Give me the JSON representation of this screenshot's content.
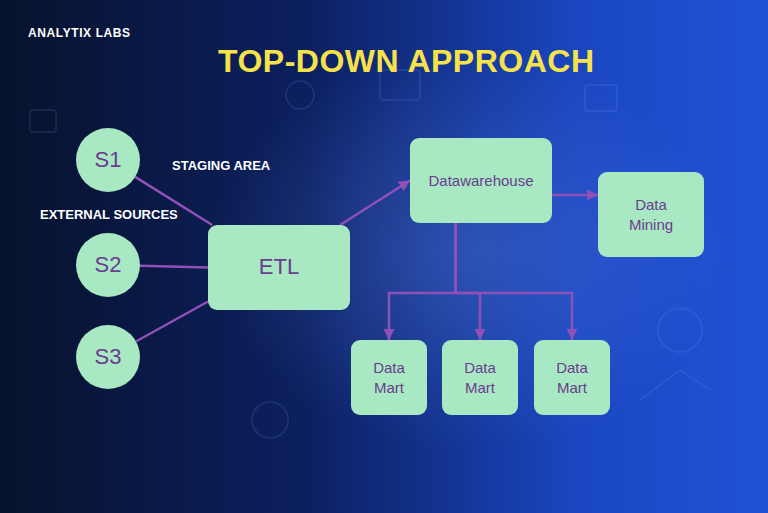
{
  "diagram": {
    "title": "TOP-DOWN APPROACH",
    "nodes": [
      {
        "text": [
          "S1"
        ]
      },
      {
        "text": [
          "S2"
        ]
      },
      {
        "text": [
          "S3"
        ]
      },
      {
        "text": [
          "ETL"
        ]
      },
      {
        "text": [
          "Datawarehouse"
        ]
      },
      {
        "text": [
          "Data Mining"
        ]
      },
      {
        "text": [
          "Data Mart"
        ]
      },
      {
        "text": [
          "Data Mart"
        ]
      },
      {
        "text": [
          "Data Mart"
        ]
      }
    ],
    "edges": [
      {
        "from": 0,
        "to": 3,
        "arrow": "none"
      },
      {
        "from": 1,
        "to": 3,
        "arrow": "none"
      },
      {
        "from": 2,
        "to": 3,
        "arrow": "none"
      },
      {
        "from": 3,
        "to": 4,
        "arrow": "to"
      },
      {
        "from": 4,
        "to": 5,
        "arrow": "to"
      },
      {
        "from": 4,
        "to": 6,
        "arrow": "to"
      },
      {
        "from": 4,
        "to": 7,
        "arrow": "to"
      },
      {
        "from": 4,
        "to": 8,
        "arrow": "to"
      }
    ],
    "labels": [
      "ANALYTIX LABS",
      "STAGING AREA",
      "EXTERNAL SOURCES"
    ]
  }
}
